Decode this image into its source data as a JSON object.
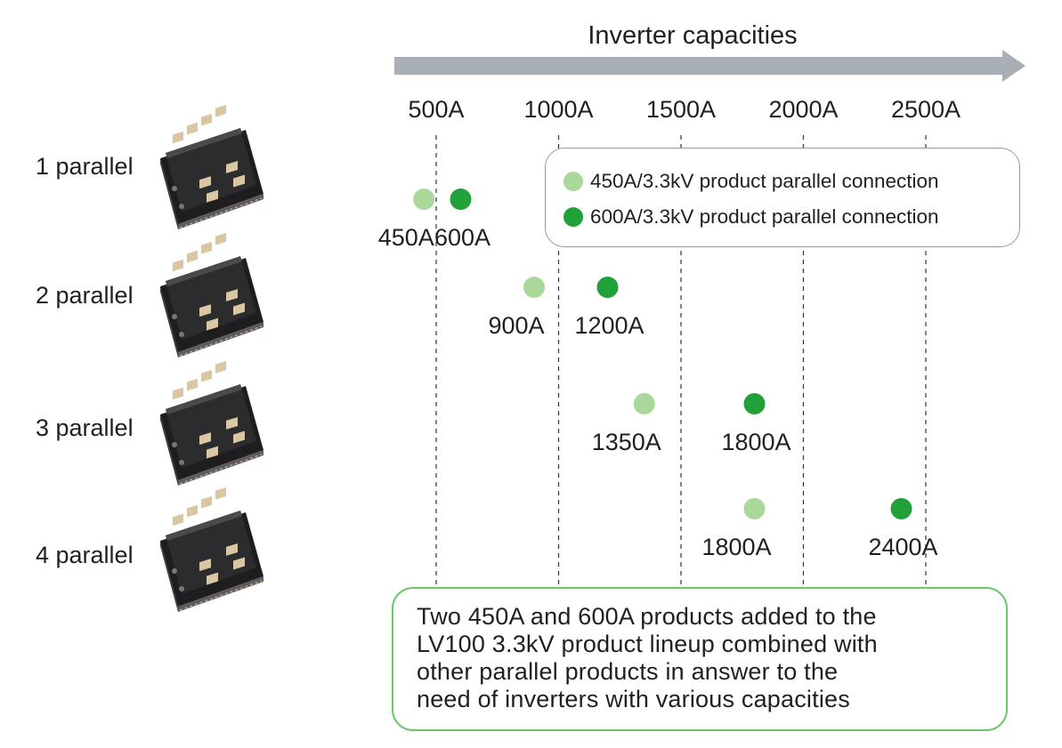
{
  "chart_data": {
    "type": "scatter",
    "title": "Inverter capacities",
    "x_ticks": [
      "500A",
      "1000A",
      "1500A",
      "2000A",
      "2500A"
    ],
    "x_tick_values": [
      500,
      1000,
      1500,
      2000,
      2500
    ],
    "xlim": [
      300,
      2900
    ],
    "rows": [
      "1 parallel",
      "2 parallel",
      "3 parallel",
      "4 parallel"
    ],
    "series": [
      {
        "name": "450A/3.3kV product parallel connection",
        "color": "#a9d89a",
        "points": [
          {
            "row": "1 parallel",
            "x": 450,
            "label": "450A"
          },
          {
            "row": "2 parallel",
            "x": 900,
            "label": "900A"
          },
          {
            "row": "3 parallel",
            "x": 1350,
            "label": "1350A"
          },
          {
            "row": "4 parallel",
            "x": 1800,
            "label": "1800A"
          }
        ]
      },
      {
        "name": "600A/3.3kV product parallel connection",
        "color": "#22a03a",
        "points": [
          {
            "row": "1 parallel",
            "x": 600,
            "label": "600A"
          },
          {
            "row": "2 parallel",
            "x": 1200,
            "label": "1200A"
          },
          {
            "row": "3 parallel",
            "x": 1800,
            "label": "1800A"
          },
          {
            "row": "4 parallel",
            "x": 2400,
            "label": "2400A"
          }
        ]
      }
    ],
    "grid": "vertical dashed lines at tick values",
    "legend_position": "top-right"
  },
  "callout": {
    "lines": [
      "Two 450A and 600A products added to the",
      "LV100 3.3kV product lineup combined with",
      "other parallel products in answer to the",
      "need of inverters with various capacities"
    ]
  },
  "icons": {
    "module": "power-module-icon",
    "arrow": "axis-arrow-icon"
  },
  "colors": {
    "arrow": "#a9b0b5",
    "callout_border": "#6cc76c",
    "legend_border": "#9a9a9a"
  }
}
